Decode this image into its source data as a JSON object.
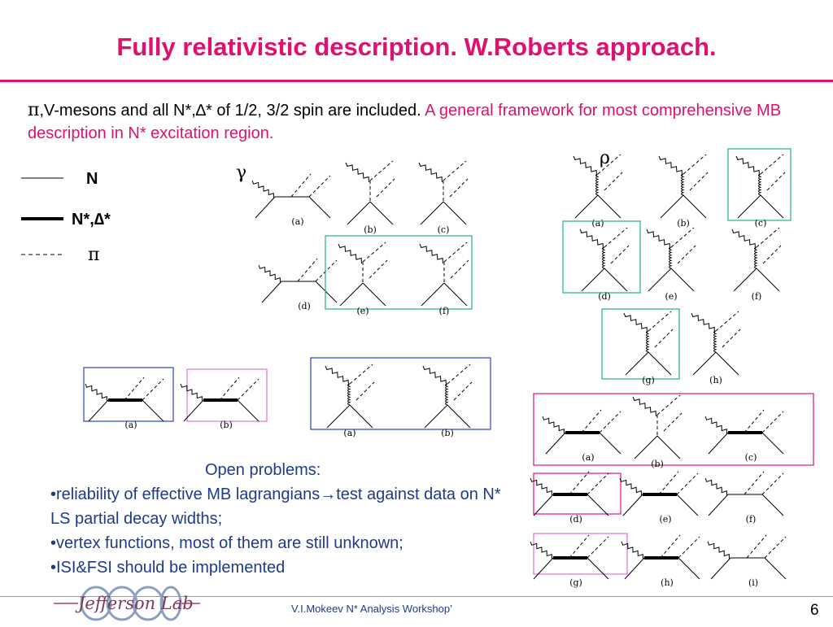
{
  "slide": {
    "title": "Fully relativistic description. W.Roberts approach.",
    "intro": {
      "black_part": ",V-mesons and all N*,∆* of  1/2, 3/2 spin are included. ",
      "pi_symbol": "π",
      "pink_part": "A  general framework for most comprehensive MB description in N* excitation region."
    },
    "legend": [
      {
        "style": "thin",
        "label": "N"
      },
      {
        "style": "thick",
        "label": "N*,∆*"
      },
      {
        "style": "dashed",
        "label": "π"
      }
    ],
    "gamma_label": "γ",
    "rho_label": "ρ",
    "diagram_labels": {
      "pi_row1": [
        "(a)",
        "(b)",
        "(c)"
      ],
      "pi_row2": [
        "(d)",
        "(e)",
        "(f)"
      ],
      "rho_row1": [
        "(a)",
        "(b)",
        "(c)"
      ],
      "rho_row2": [
        "(d)",
        "(e)",
        "(f)"
      ],
      "rho_row3": [
        "(g)",
        "(h)"
      ],
      "res_pair": [
        "(a)",
        "(b)"
      ],
      "res_rho_pair": [
        "(a)",
        "(b)"
      ],
      "right_row1": [
        "(a)",
        "(b)",
        "(c)"
      ],
      "right_row2": [
        "(d)",
        "(e)",
        "(f)"
      ],
      "right_row3": [
        "(g)",
        "(h)",
        "(i)"
      ]
    },
    "open_problems": {
      "heading": "Open problems:",
      "items": [
        "•reliability of effective MB lagrangians→test against data on N* LS partial decay widths;",
        "•vertex functions, most of them are still unknown;",
        "•ISI&FSI should be implemented"
      ]
    },
    "footer": {
      "presenter": "V.I.Mokeev  N* Analysis Workshop’",
      "page_number": "6",
      "logo_text": "Jefferson Lab"
    },
    "colors": {
      "title": "#e0106e",
      "box_green": "#20b08a",
      "box_blue": "#3040c0",
      "box_pink": "#e0107e",
      "box_magenta": "#e070e0",
      "text_blue": "#1e3a8a"
    }
  }
}
